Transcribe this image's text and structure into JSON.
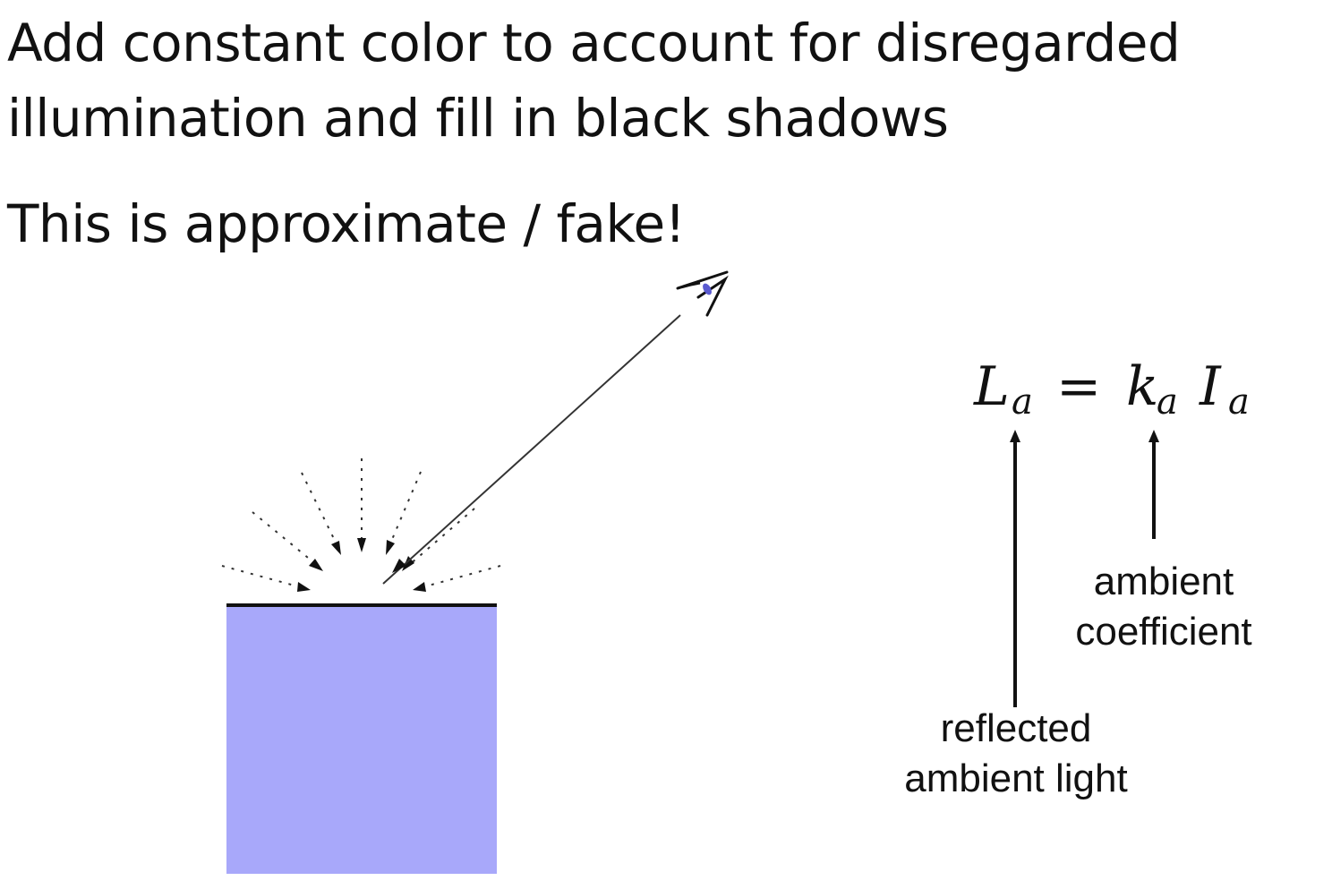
{
  "heading": {
    "line1": "Add constant color to account for disregarded",
    "line2": "illumination and fill in black shadows"
  },
  "subheading": "This is approximate / fake!",
  "equation": {
    "lhs_symbol": "L",
    "lhs_subscript": "a",
    "equals": "=",
    "coef_symbol": "k",
    "coef_subscript": "a",
    "intensity_symbol": "I",
    "intensity_subscript": "a"
  },
  "labels": {
    "ambient_coefficient_line1": "ambient",
    "ambient_coefficient_line2": "coefficient",
    "reflected_line1": "reflected",
    "reflected_line2": "ambient light"
  },
  "colors": {
    "surface_fill": "#a8a8fa",
    "surface_edge": "#111111",
    "ray": "#333333",
    "eye_accent": "#5a5ad0"
  },
  "icons": {
    "viewer": "eye-icon"
  }
}
